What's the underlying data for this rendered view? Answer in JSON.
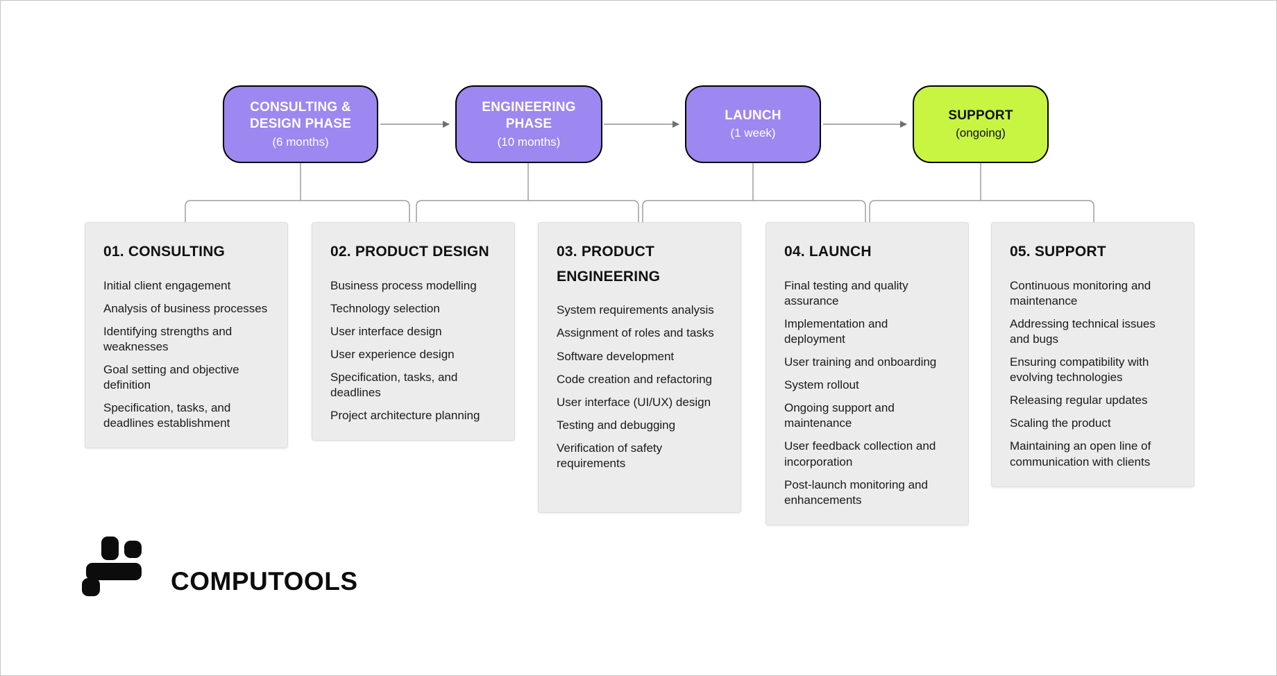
{
  "colors": {
    "phase_purple": "#9d87f0",
    "phase_lime": "#c8f442",
    "phase_border": "#000000",
    "card_background": "#ececec",
    "connector_gray": "#9e9e9e",
    "text_black": "#111111"
  },
  "phases": [
    {
      "title": "CONSULTING & DESIGN PHASE",
      "subtitle": "(6 months)"
    },
    {
      "title": "ENGINEERING PHASE",
      "subtitle": "(10 months)"
    },
    {
      "title": "LAUNCH",
      "subtitle": "(1 week)"
    },
    {
      "title": "SUPPORT",
      "subtitle": "(ongoing)"
    }
  ],
  "cards": [
    {
      "heading": "01. CONSULTING",
      "items": [
        "Initial client engagement",
        "Analysis of business processes",
        "Identifying strengths and weaknesses",
        "Goal setting and objective definition",
        "Specification, tasks, and deadlines establishment"
      ]
    },
    {
      "heading": "02. PRODUCT DESIGN",
      "items": [
        "Business process modelling",
        "Technology selection",
        "User interface design",
        "User experience design",
        "Specification, tasks, and deadlines",
        "Project architecture planning"
      ]
    },
    {
      "heading": "03. PRODUCT ENGINEERING",
      "items": [
        "System requirements analysis",
        "Assignment of roles and tasks",
        "Software development",
        "Code creation and refactoring",
        "User interface (UI/UX) design",
        "Testing and debugging",
        "Verification of safety requirements"
      ]
    },
    {
      "heading": "04. LAUNCH",
      "items": [
        "Final testing and quality assurance",
        "Implementation and deployment",
        "User training and onboarding",
        "System rollout",
        "Ongoing support and maintenance",
        "User feedback collection and incorporation",
        "Post-launch monitoring and enhancements"
      ]
    },
    {
      "heading": "05. SUPPORT",
      "items": [
        "Continuous monitoring and maintenance",
        "Addressing technical issues and bugs",
        "Ensuring compatibility with evolving technologies",
        "Releasing regular updates",
        "Scaling the product",
        "Maintaining an open line of communication with clients"
      ]
    }
  ],
  "brand": {
    "name": "COMPUTOOLS"
  }
}
